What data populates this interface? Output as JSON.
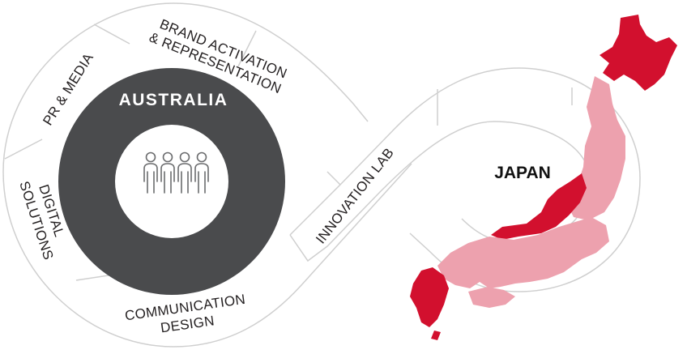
{
  "hub": {
    "label": "AUSTRALIA",
    "icon": "people-group-icon"
  },
  "segments": {
    "pr_media": "PR & MEDIA",
    "brand_line1": "BRAND ACTIVATION",
    "brand_line2": "& REPRESENTATION",
    "digital_line1": "DIGITAL",
    "digital_line2": "SOLUTIONS",
    "comm_line1": "COMMUNICATION",
    "comm_line2": "DESIGN",
    "innovation": "INNOVATION LAB"
  },
  "destination": {
    "label": "JAPAN"
  },
  "colors": {
    "ring": "#4a4b4d",
    "outline": "#cfcfcf",
    "japan_red": "#d2102e",
    "japan_pink": "#eda1ae",
    "text": "#231f20"
  }
}
